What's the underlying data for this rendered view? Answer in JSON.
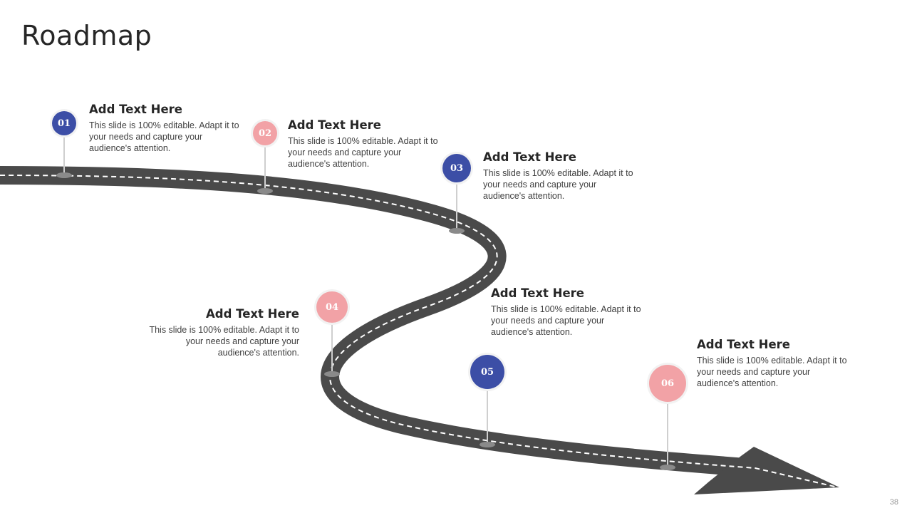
{
  "slide": {
    "title": "Roadmap",
    "page_number": "38"
  },
  "colors": {
    "road": "#4a4a4a",
    "blue": "#3c4ea6",
    "pink": "#f2a2a6",
    "stem": "#cfcfcf"
  },
  "milestones": [
    {
      "num": "01",
      "color": "blue",
      "heading": "Add Text Here",
      "body": "This slide is 100% editable. Adapt it to your needs and capture your audience's attention."
    },
    {
      "num": "02",
      "color": "pink",
      "heading": "Add Text Here",
      "body": "This slide is 100% editable. Adapt it to your needs and capture your audience's attention."
    },
    {
      "num": "03",
      "color": "blue",
      "heading": "Add Text Here",
      "body": "This slide is 100% editable. Adapt it to your needs and capture your audience's attention."
    },
    {
      "num": "04",
      "color": "pink",
      "heading": "Add Text Here",
      "body": "This slide is 100% editable. Adapt it to your needs and capture your audience's attention."
    },
    {
      "num": "05",
      "color": "blue",
      "heading": "Add Text Here",
      "body": "This slide is 100% editable. Adapt it to your needs and capture your audience's attention."
    },
    {
      "num": "06",
      "color": "pink",
      "heading": "Add Text Here",
      "body": "This slide is 100% editable. Adapt it to your needs and capture your audience's attention."
    }
  ]
}
